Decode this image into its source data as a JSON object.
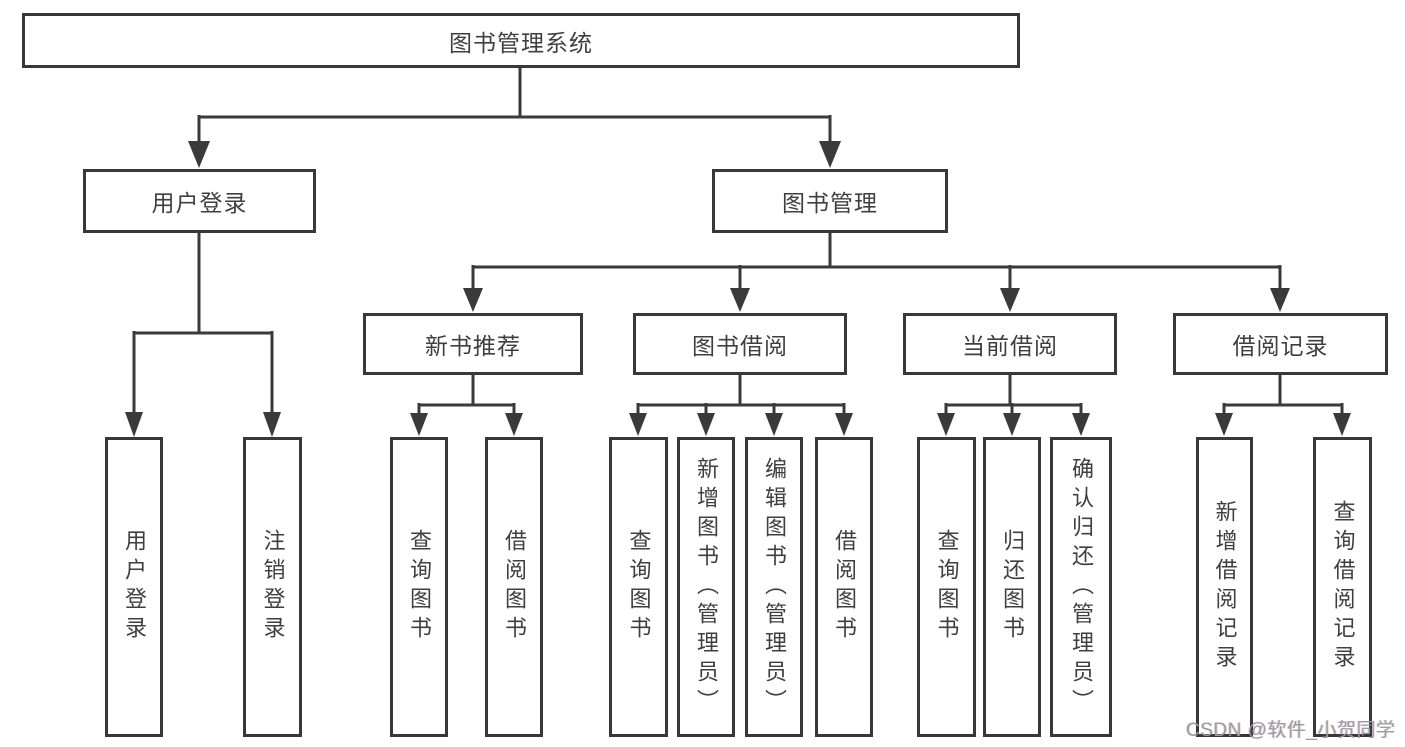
{
  "diagram": {
    "root": {
      "label": "图书管理系统"
    },
    "branches": [
      {
        "label": "用户登录",
        "children": [
          {
            "label": "用户登录"
          },
          {
            "label": "注销登录"
          }
        ]
      },
      {
        "label": "图书管理",
        "children": [
          {
            "label": "新书推荐",
            "children": [
              {
                "label": "查询图书"
              },
              {
                "label": "借阅图书"
              }
            ]
          },
          {
            "label": "图书借阅",
            "children": [
              {
                "label": "查询图书"
              },
              {
                "label": "新增图书（管理员）"
              },
              {
                "label": "编辑图书（管理员）"
              },
              {
                "label": "借阅图书"
              }
            ]
          },
          {
            "label": "当前借阅",
            "children": [
              {
                "label": "查询图书"
              },
              {
                "label": "归还图书"
              },
              {
                "label": "确认归还（管理员）"
              }
            ]
          },
          {
            "label": "借阅记录",
            "children": [
              {
                "label": "新增借阅记录"
              },
              {
                "label": "查询借阅记录"
              }
            ]
          }
        ]
      }
    ]
  },
  "watermark": {
    "text": "CSDN @软件_小贺同学",
    "color": "#9c9c9c"
  },
  "colors": {
    "background": "#ffffff",
    "line": "#3a3a3a",
    "box_border": "#383838",
    "text": "#3f3f3f"
  }
}
